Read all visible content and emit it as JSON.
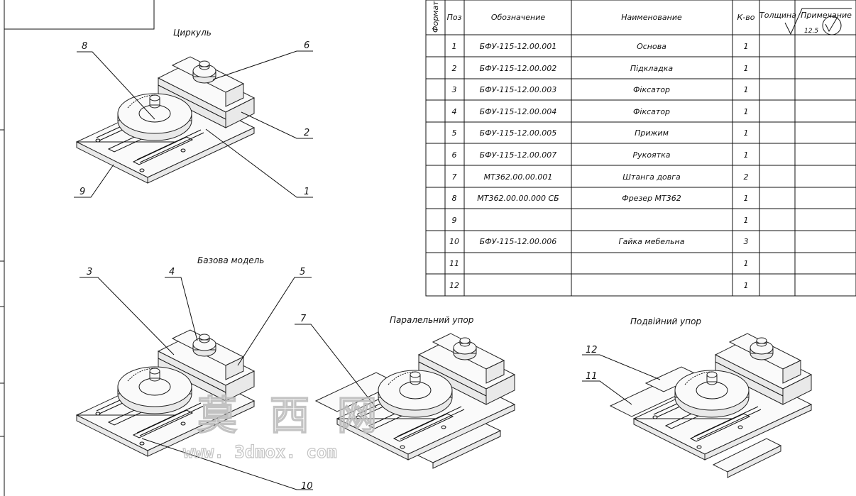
{
  "views": {
    "compass": "Циркуль",
    "base": "Базова модель",
    "parallel": "Паралельний упор",
    "double": "Подвійний упор"
  },
  "callouts": {
    "compass": [
      "8",
      "6",
      "2",
      "1",
      "9"
    ],
    "base": [
      "3",
      "4",
      "5",
      "10"
    ],
    "parallel": [
      "7"
    ],
    "double": [
      "12",
      "11"
    ]
  },
  "table": {
    "headers": [
      "Формат",
      "Поз",
      "Обозначение",
      "Наименование",
      "К-во",
      "Толщина",
      "Примечание"
    ],
    "roughness": "12.5",
    "rows": [
      {
        "pos": "1",
        "code": "БФУ-115-12.00.001",
        "name": "Основа",
        "qty": "1"
      },
      {
        "pos": "2",
        "code": "БФУ-115-12.00.002",
        "name": "Підкладка",
        "qty": "1"
      },
      {
        "pos": "3",
        "code": "БФУ-115-12.00.003",
        "name": "Фіксатор",
        "qty": "1"
      },
      {
        "pos": "4",
        "code": "БФУ-115-12.00.004",
        "name": "Фіксатор",
        "qty": "1"
      },
      {
        "pos": "5",
        "code": "БФУ-115-12.00.005",
        "name": "Прижим",
        "qty": "1"
      },
      {
        "pos": "6",
        "code": "БФУ-115-12.00.007",
        "name": "Рукоятка",
        "qty": "1"
      },
      {
        "pos": "7",
        "code": "МТ362.00.00.001",
        "name": "Штанга довга",
        "qty": "2"
      },
      {
        "pos": "8",
        "code": "МТ362.00.00.000 СБ",
        "name": "Фрезер МТ362",
        "qty": "1"
      },
      {
        "pos": "9",
        "code": "",
        "name": "",
        "qty": "1"
      },
      {
        "pos": "10",
        "code": "БФУ-115-12.00.006",
        "name": "Гайка мебельна",
        "qty": "3"
      },
      {
        "pos": "11",
        "code": "",
        "name": "",
        "qty": "1"
      },
      {
        "pos": "12",
        "code": "",
        "name": "",
        "qty": "1"
      }
    ]
  },
  "watermark": {
    "chars": [
      "莫",
      "西",
      "网"
    ],
    "url": "www. 3dmox. com"
  }
}
